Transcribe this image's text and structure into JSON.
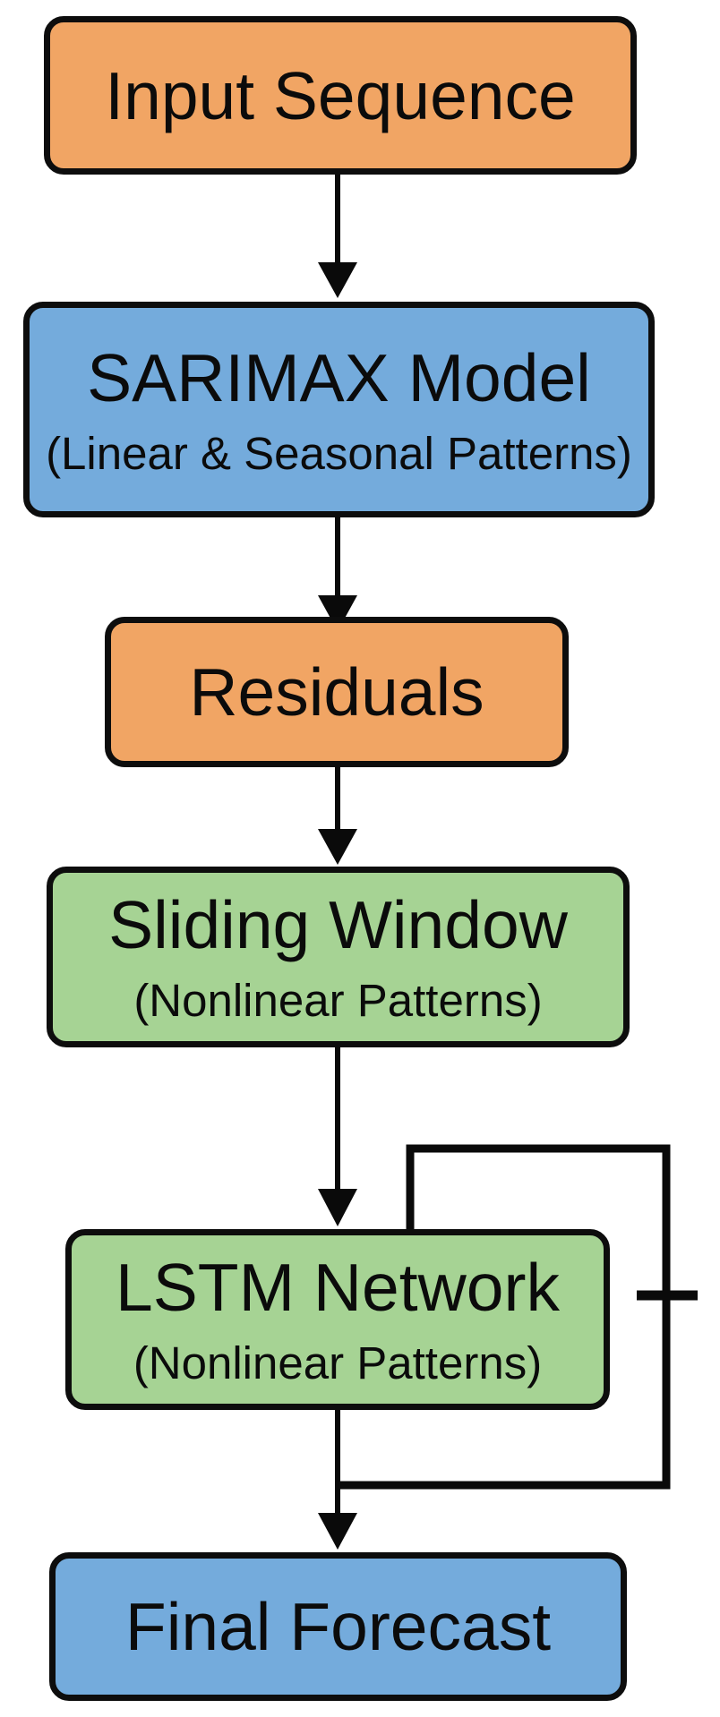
{
  "diagram": {
    "type": "flowchart",
    "background_color": "#ffffff",
    "line_color": "#000000",
    "palette": {
      "orange": "#F1A564",
      "blue": "#74ABDC",
      "green": "#A6D394"
    },
    "nodes": [
      {
        "id": "input-sequence",
        "label": "Input Sequence",
        "color": "#F1A564"
      },
      {
        "id": "sarimax-model",
        "label": "SARIMAX Model",
        "sublabel": "(Linear & Seasonal Patterns)",
        "color": "#74ABDC"
      },
      {
        "id": "residuals",
        "label": "Residuals",
        "color": "#F1A564"
      },
      {
        "id": "sliding-window",
        "label": "Sliding Window",
        "sublabel": "(Nonlinear Patterns)",
        "color": "#A6D394"
      },
      {
        "id": "lstm-network",
        "label": "LSTM Network",
        "sublabel": "(Nonlinear Patterns)",
        "color": "#A6D394"
      },
      {
        "id": "final-forecast",
        "label": "Final Forecast",
        "color": "#74ABDC"
      }
    ],
    "edges": [
      {
        "from": "Input Sequence",
        "to": "SARIMAX Model",
        "style": "arrow"
      },
      {
        "from": "SARIMAX Model",
        "to": "Residuals",
        "style": "arrow"
      },
      {
        "from": "Residuals",
        "to": "Sliding Window",
        "style": "arrow"
      },
      {
        "from": "Sliding Window",
        "to": "LSTM Network",
        "style": "arrow"
      },
      {
        "from": "LSTM Network",
        "to": "Final Forecast",
        "style": "arrow"
      },
      {
        "from": "LSTM Network",
        "to": "LSTM Network",
        "style": "feedback-loop"
      }
    ]
  }
}
